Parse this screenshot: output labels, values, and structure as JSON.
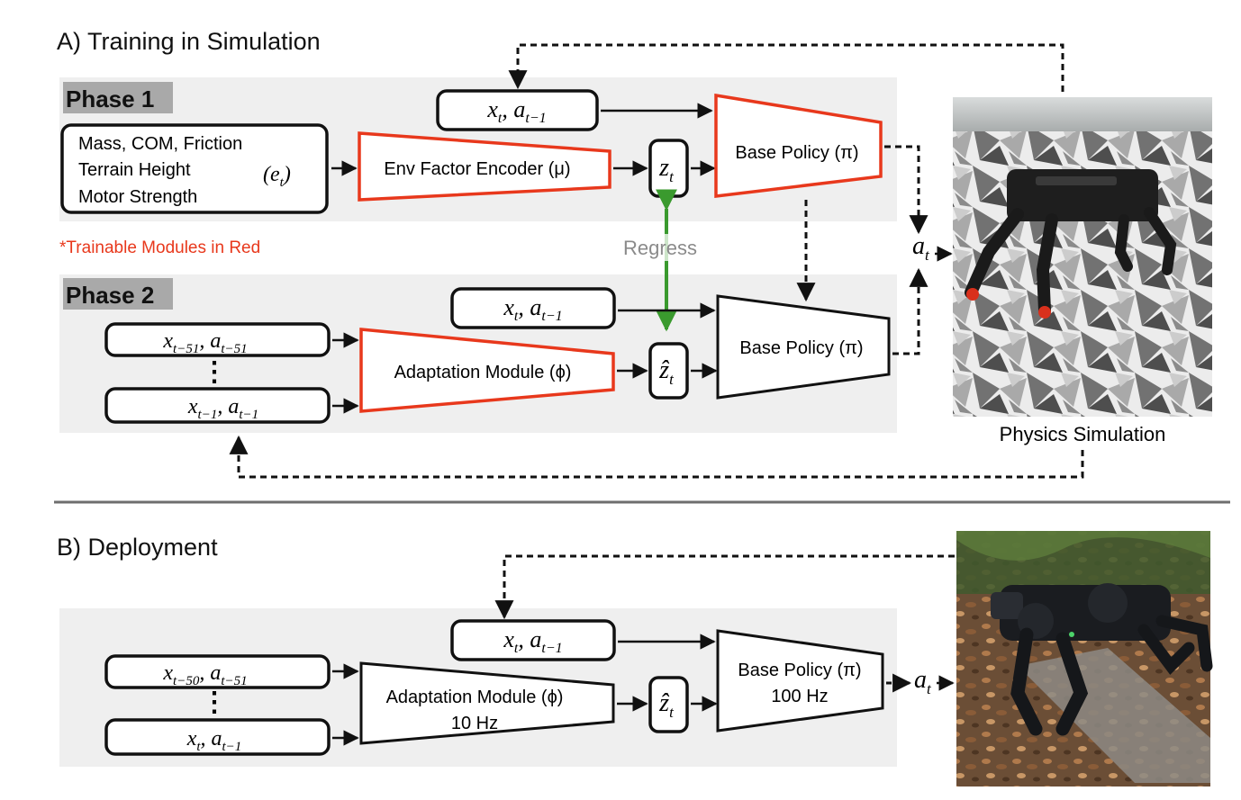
{
  "section_a": {
    "title": "A) Training in Simulation",
    "phase1": {
      "label": "Phase 1",
      "env_box": {
        "lines": [
          "Mass, COM, Friction",
          "Terrain Height",
          "Motor Strength"
        ],
        "symbol": "e",
        "symbol_sub": "t"
      },
      "encoder": "Env Factor Encoder (μ)",
      "obs": {
        "x": "x",
        "xsub": "t",
        "a": "a",
        "asub": "t−1"
      },
      "latent": {
        "sym": "z",
        "sub": "t"
      },
      "policy": "Base Policy (π)"
    },
    "trainable_note": "*Trainable Modules in Red",
    "regress": "Regress",
    "phase2": {
      "label": "Phase 2",
      "hist_top": {
        "x": "x",
        "xsub": "t−51",
        "a": "a",
        "asub": "t−51"
      },
      "hist_bottom": {
        "x": "x",
        "xsub": "t−1",
        "a": "a",
        "asub": "t−1"
      },
      "adaptation": "Adaptation Module (ϕ)",
      "obs": {
        "x": "x",
        "xsub": "t",
        "a": "a",
        "asub": "t−1"
      },
      "latent": {
        "sym": "ẑ",
        "sub": "t"
      },
      "policy": "Base Policy (π)"
    },
    "action": {
      "sym": "a",
      "sub": "t"
    },
    "sim_caption": "Physics Simulation"
  },
  "section_b": {
    "title": "B) Deployment",
    "hist_top": {
      "x": "x",
      "xsub": "t−50",
      "a": "a",
      "asub": "t−51"
    },
    "hist_bottom": {
      "x": "x",
      "xsub": "t",
      "a": "a",
      "asub": "t−1"
    },
    "adaptation": "Adaptation Module (ϕ)",
    "adaptation_rate": "10 Hz",
    "obs": {
      "x": "x",
      "xsub": "t",
      "a": "a",
      "asub": "t−1"
    },
    "latent": {
      "sym": "ẑ",
      "sub": "t"
    },
    "policy": "Base Policy (π)",
    "policy_rate": "100 Hz",
    "action": {
      "sym": "a",
      "sub": "t"
    }
  },
  "colors": {
    "trainable": "#e8381c",
    "regress_arrow": "#3a9a2e",
    "panel_bg": "#efefef",
    "phase_tag": "#a9a9a9",
    "divider": "#6e6e6e"
  }
}
